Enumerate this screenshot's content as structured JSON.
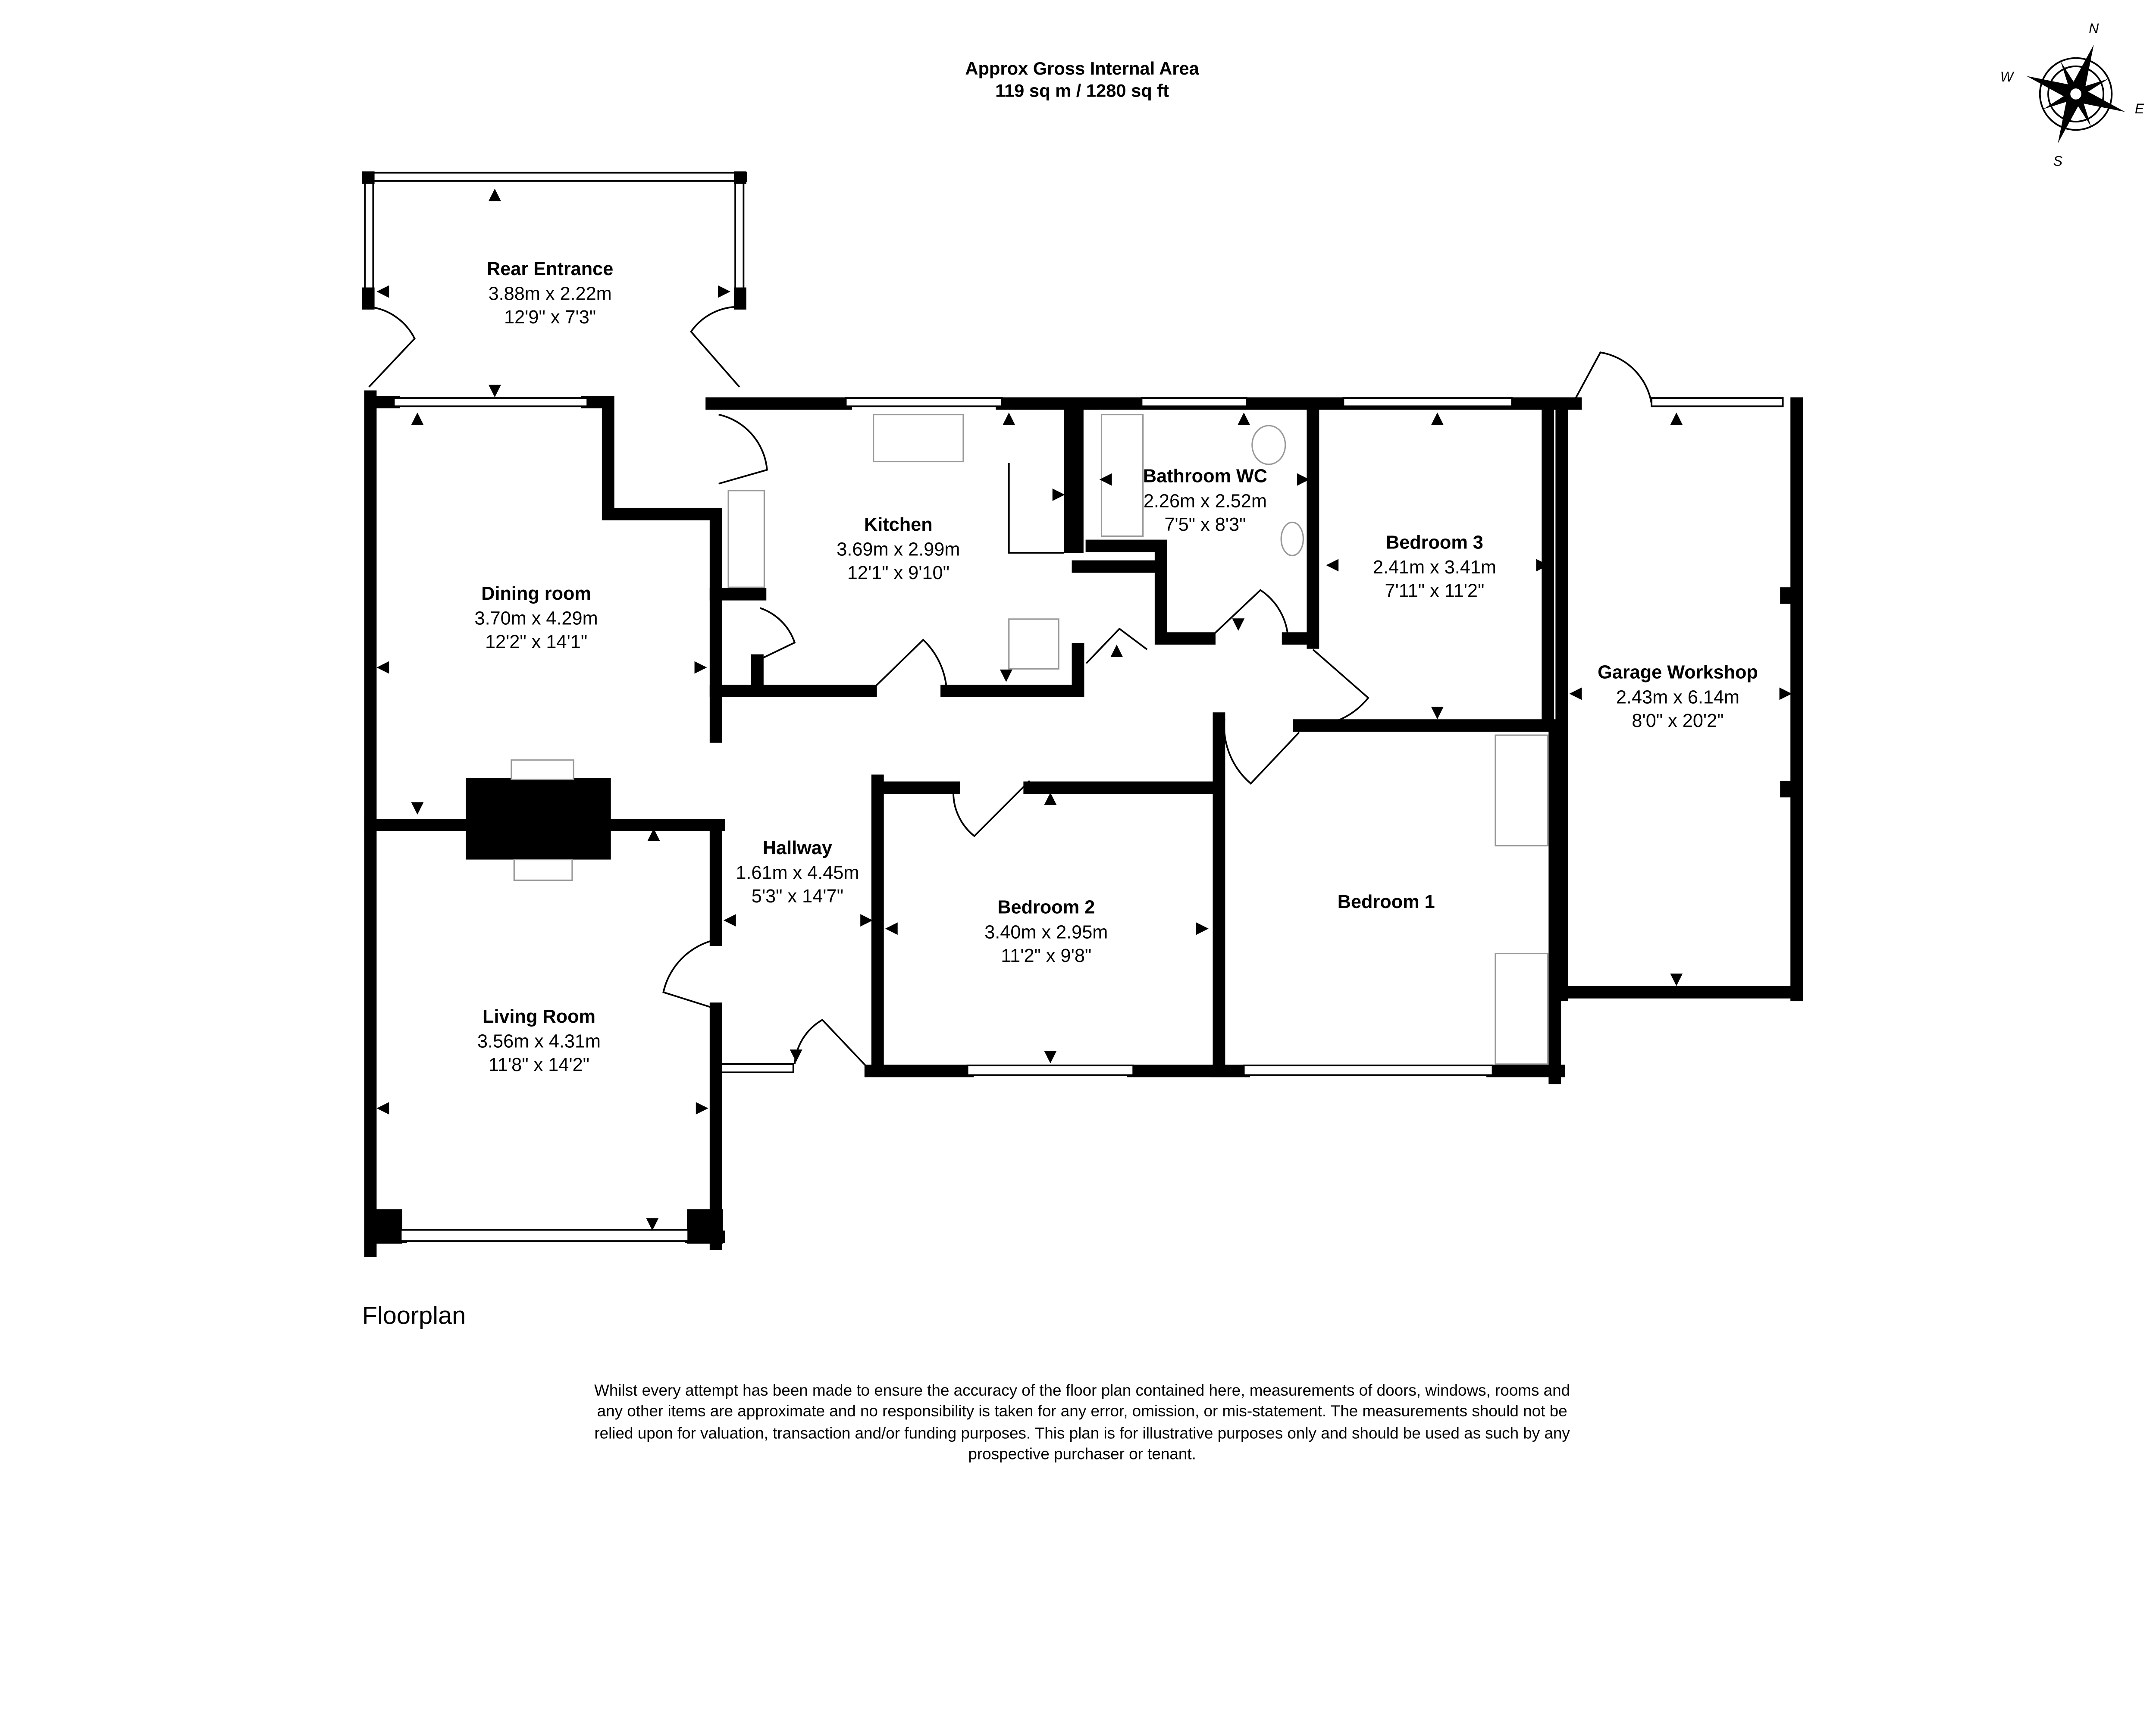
{
  "header": {
    "title": "Approx Gross Internal Area",
    "area": "119 sq m / 1280 sq ft"
  },
  "compass": {
    "n": "N",
    "e": "E",
    "s": "S",
    "w": "W"
  },
  "plan_label": "Floorplan",
  "rooms": [
    {
      "name": "Rear Entrance",
      "metric": "3.88m x 2.22m",
      "imperial": "12'9\" x 7'3\""
    },
    {
      "name": "Kitchen",
      "metric": "3.69m x 2.99m",
      "imperial": "12'1\" x 9'10\""
    },
    {
      "name": "Bathroom WC",
      "metric": "2.26m x 2.52m",
      "imperial": "7'5\" x 8'3\""
    },
    {
      "name": "Bedroom 3",
      "metric": "2.41m x 3.41m",
      "imperial": "7'11\" x 11'2\""
    },
    {
      "name": "Dining room",
      "metric": "3.70m x 4.29m",
      "imperial": "12'2\" x 14'1\""
    },
    {
      "name": "Garage Workshop",
      "metric": "2.43m x 6.14m",
      "imperial": "8'0\" x 20'2\""
    },
    {
      "name": "Hallway",
      "metric": "1.61m x 4.45m",
      "imperial": "5'3\" x 14'7\""
    },
    {
      "name": "Bedroom 2",
      "metric": "3.40m x 2.95m",
      "imperial": "11'2\" x 9'8\""
    },
    {
      "name": "Bedroom 1"
    },
    {
      "name": "Living Room",
      "metric": "3.56m x 4.31m",
      "imperial": "11'8\" x 14'2\""
    }
  ],
  "disclaimer": [
    "Whilst every attempt has been made to ensure the accuracy of the floor plan contained here, measurements of doors, windows, rooms and",
    "any other items are approximate and no responsibility is taken for any error, omission, or mis-statement. The measurements should not be",
    "relied upon for valuation, transaction and/or funding purposes. This plan is for illustrative purposes only and should be used as such by any",
    "prospective purchaser or tenant."
  ]
}
